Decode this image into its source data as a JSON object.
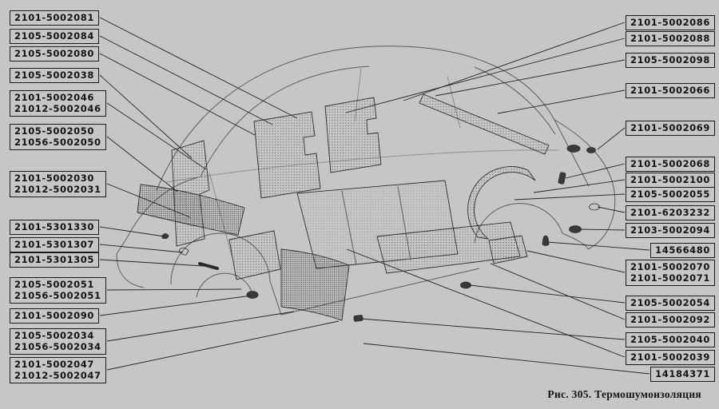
{
  "page": {
    "background_color": "#c6c6c6",
    "ink_color": "#1c1c1c"
  },
  "figure": {
    "caption": "Рис. 305. Термошумоизоляция",
    "number": "305",
    "title": "Термошумоизоляция"
  },
  "diagram": {
    "name": "car-thermal-noise-insulation-exploded-view"
  },
  "labels": {
    "left": [
      {
        "lines": [
          "2101-5002081"
        ]
      },
      {
        "lines": [
          "2105-5002084"
        ]
      },
      {
        "lines": [
          "2105-5002080"
        ]
      },
      {
        "lines": [
          "2105-5002038"
        ]
      },
      {
        "lines": [
          "2101-5002046",
          "21012-5002046"
        ]
      },
      {
        "lines": [
          "2105-5002050",
          "21056-5002050"
        ]
      },
      {
        "lines": [
          "2101-5002030",
          "21012-5002031"
        ]
      },
      {
        "lines": [
          "2101-5301330"
        ]
      },
      {
        "lines": [
          "2101-5301307"
        ]
      },
      {
        "lines": [
          "2101-5301305"
        ]
      },
      {
        "lines": [
          "2105-5002051",
          "21056-5002051"
        ]
      },
      {
        "lines": [
          "2101-5002090"
        ]
      },
      {
        "lines": [
          "2105-5002034",
          "21056-5002034"
        ]
      },
      {
        "lines": [
          "2101-5002047",
          "21012-5002047"
        ]
      }
    ],
    "right": [
      {
        "lines": [
          "2101-5002086"
        ]
      },
      {
        "lines": [
          "2101-5002088"
        ]
      },
      {
        "lines": [
          "2105-5002098"
        ]
      },
      {
        "lines": [
          "2101-5002066"
        ]
      },
      {
        "lines": [
          "2101-5002069"
        ]
      },
      {
        "lines": [
          "2101-5002068"
        ]
      },
      {
        "lines": [
          "2101-5002100"
        ]
      },
      {
        "lines": [
          "2105-5002055"
        ]
      },
      {
        "lines": [
          "2101-6203232"
        ]
      },
      {
        "lines": [
          "2103-5002094"
        ]
      },
      {
        "lines": [
          "14566480"
        ]
      },
      {
        "lines": [
          "2101-5002070",
          "2101-5002071"
        ]
      },
      {
        "lines": [
          "2105-5002054"
        ]
      },
      {
        "lines": [
          "2101-5002092"
        ]
      },
      {
        "lines": [
          "2105-5002040"
        ]
      },
      {
        "lines": [
          "2101-5002039"
        ]
      },
      {
        "lines": [
          "14184371"
        ]
      }
    ]
  }
}
